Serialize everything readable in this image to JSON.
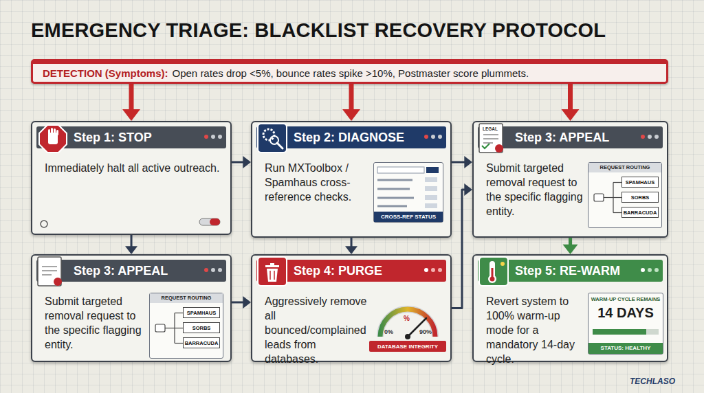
{
  "diagram": {
    "title": "EMERGENCY TRIAGE: BLACKLIST RECOVERY PROTOCOL",
    "nodes": [
      {
        "text": [
          "DETECTION (Symptoms):",
          "Open rates drop <5%, bounce rates spike >10%, Postmaster score plummets."
        ]
      },
      {
        "text": [
          "Step 1: STOP",
          "Immediately halt all active outreach."
        ]
      },
      {
        "text": [
          "Step 2: DIAGNOSE",
          "Run MXToolbox / Spamhaus cross-reference checks."
        ]
      },
      {
        "text": [
          "CROSS-REF STATUS"
        ],
        "in": 2
      },
      {
        "text": [
          "Step 3: APPEAL",
          "Submit targeted removal request to the specific flagging entity."
        ]
      },
      {
        "text": [
          "REQUEST ROUTING"
        ],
        "in": 4
      },
      {
        "text": [
          "SPAMHAUS"
        ],
        "in": 5
      },
      {
        "text": [
          "SORBS"
        ],
        "in": 5
      },
      {
        "text": [
          "BARRACUDA"
        ],
        "in": 5
      },
      {
        "text": [
          "Step 3: APPEAL",
          "Submit targeted removal request to the specific flagging entity."
        ]
      },
      {
        "text": [
          "REQUEST ROUTING"
        ],
        "in": 9
      },
      {
        "text": [
          "SPAMHAUS"
        ],
        "in": 10
      },
      {
        "text": [
          "SORBS"
        ],
        "in": 10
      },
      {
        "text": [
          "BARRACUDA"
        ],
        "in": 10
      },
      {
        "text": [
          "Step 4: PURGE",
          "Aggressively remove all bounced/complained leads from databases."
        ]
      },
      {
        "text": [
          "DATABASE INTEGRITY"
        ],
        "in": 14
      },
      {
        "text": [
          "Step 5: RE-WARM",
          "Revert system to 100% warm-up mode for a mandatory 14-day cycle."
        ]
      },
      {
        "text": [
          "WARM-UP CYCLE REMAINS",
          "14 DAYS",
          "STATUS: HEALTHY"
        ],
        "in": 16
      }
    ],
    "edges": [
      {
        "from": 0,
        "to": 1,
        "arrow": "to"
      },
      {
        "from": 0,
        "to": 2,
        "arrow": "to"
      },
      {
        "from": 0,
        "to": 4,
        "arrow": "to"
      },
      {
        "from": 1,
        "to": 2,
        "arrow": "to"
      },
      {
        "from": 2,
        "to": 4,
        "arrow": "to"
      },
      {
        "from": 1,
        "to": 9,
        "arrow": "to"
      },
      {
        "from": 2,
        "to": 14,
        "arrow": "to"
      },
      {
        "from": 9,
        "to": 14,
        "arrow": "to"
      },
      {
        "from": 14,
        "to": 4,
        "arrow": "to"
      },
      {
        "from": 4,
        "to": 16,
        "arrow": "to"
      }
    ],
    "labels": [
      "LEGAL",
      "0%",
      "90%",
      "%",
      "TECHLASO"
    ]
  }
}
